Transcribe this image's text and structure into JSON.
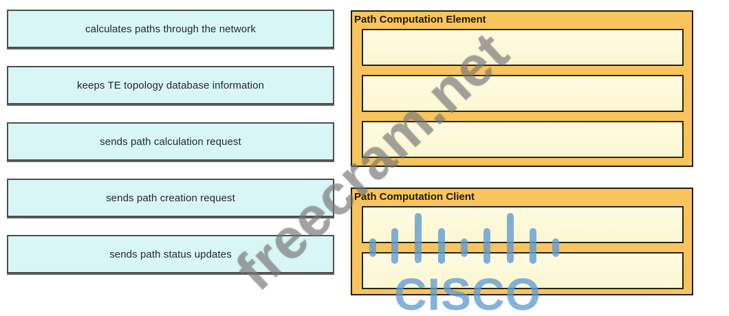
{
  "watermark_text": "freecram.net",
  "source_items": [
    {
      "label": "calculates paths through the network"
    },
    {
      "label": "keeps TE topology database information"
    },
    {
      "label": "sends path calculation request"
    },
    {
      "label": "sends path creation request"
    },
    {
      "label": "sends path status updates"
    }
  ],
  "targets": [
    {
      "title": "Path Computation Element",
      "slots": 3
    },
    {
      "title": "Path Computation Client",
      "slots": 2
    }
  ],
  "logo": {
    "text": "CISCO"
  },
  "colors": {
    "option_fill": "#d9f6f6",
    "panel_fill": "#f8c45e",
    "slot_fill": "#fcf8d8",
    "border_dark": "#241d06",
    "cisco_blue": "#5f9cd3",
    "watermark_gray": "#767676"
  }
}
